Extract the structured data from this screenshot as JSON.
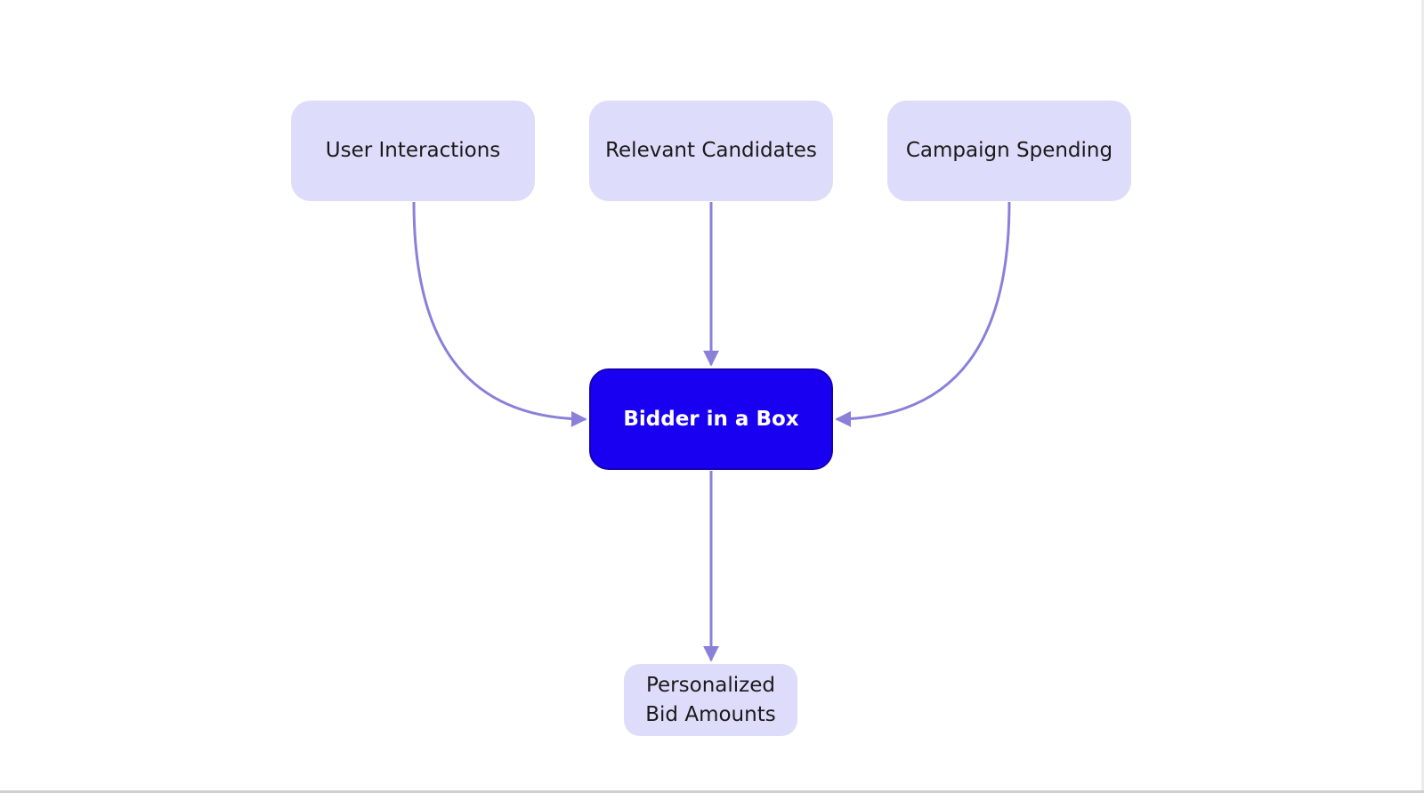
{
  "diagram": {
    "nodes": {
      "user_interactions": "User Interactions",
      "relevant_candidates": "Relevant Candidates",
      "campaign_spending": "Campaign Spending",
      "bidder": "Bidder in a Box",
      "output": "Personalized\nBid Amounts"
    },
    "colors": {
      "node_fill": "#dedcfb",
      "center_fill": "#1a00f0",
      "edge": "#8a80da",
      "text": "#1a1a1a",
      "center_text": "#ffffff",
      "background": "#ffffff"
    }
  }
}
